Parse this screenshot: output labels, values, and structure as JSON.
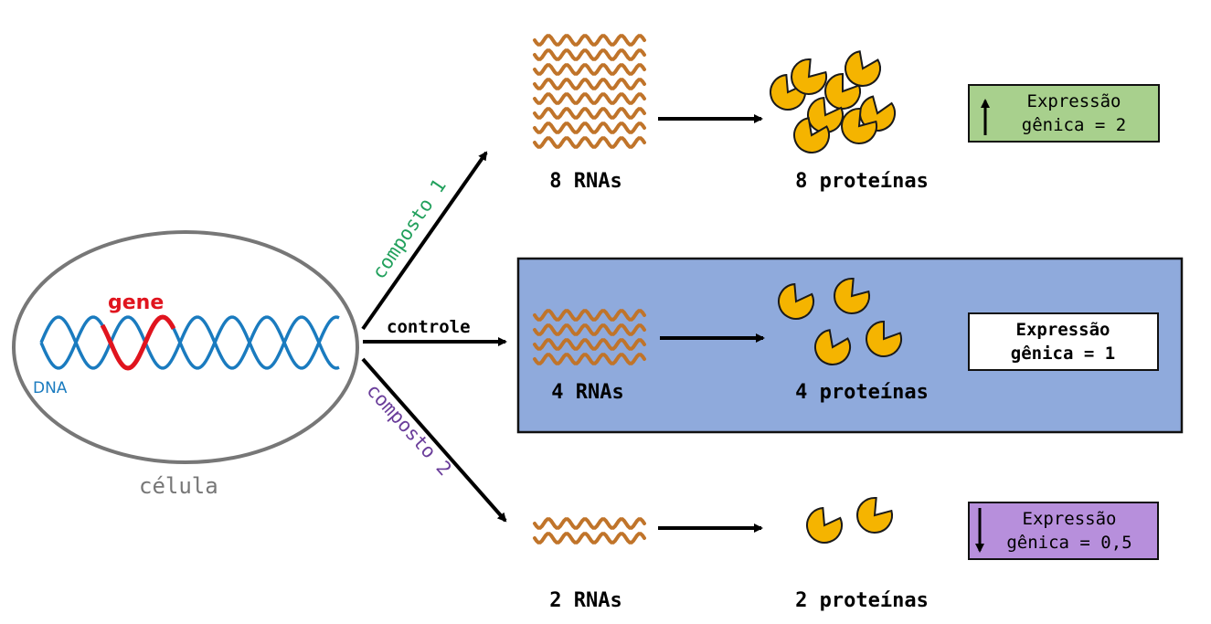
{
  "cell": {
    "label": "célula",
    "dna_label": "DNA",
    "gene_label": "gene"
  },
  "colors": {
    "dna": "#1a7bbf",
    "gene": "#e0141e",
    "rna": "#c0742a",
    "protein_fill": "#f5b400",
    "protein_stroke": "#1a1a1a",
    "compound1": "#21a05c",
    "compound2": "#6a3d9a",
    "control_bg": "#8faadc",
    "up_bg": "#a8d08d",
    "down_bg": "#b78fdc",
    "cell_stroke": "#777777"
  },
  "branches": {
    "top": {
      "arrow_label": "composto 1",
      "rna_count": 8,
      "rna_label": "8 RNAs",
      "protein_count": 8,
      "protein_label": "8 proteínas",
      "expression": {
        "arrow": "up",
        "line1": "Expressão",
        "line2": "gênica = 2"
      }
    },
    "middle": {
      "arrow_label": "controle",
      "rna_count": 4,
      "rna_label": "4 RNAs",
      "protein_count": 4,
      "protein_label": "4 proteínas",
      "expression": {
        "arrow": "none",
        "line1": "Expressão",
        "line2": "gênica = 1"
      }
    },
    "bottom": {
      "arrow_label": "composto 2",
      "rna_count": 2,
      "rna_label": "2 RNAs",
      "protein_count": 2,
      "protein_label": "2 proteínas",
      "expression": {
        "arrow": "down",
        "line1": "Expressão",
        "line2": "gênica = 0,5"
      }
    }
  }
}
